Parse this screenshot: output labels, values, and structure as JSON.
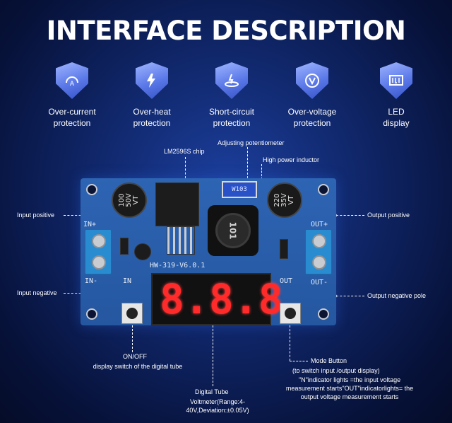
{
  "title": "INTERFACE DESCRIPTION",
  "features": [
    {
      "icon": "overcurrent-icon",
      "line1": "Over-current",
      "line2": "protection"
    },
    {
      "icon": "overheat-icon",
      "line1": "Over-heat",
      "line2": "protection"
    },
    {
      "icon": "short-circuit-icon",
      "line1": "Short-circuit",
      "line2": "protection"
    },
    {
      "icon": "overvoltage-icon",
      "line1": "Over-voltage",
      "line2": "protection"
    },
    {
      "icon": "led-display-icon",
      "line1": "LED",
      "line2": "display"
    }
  ],
  "labels": {
    "chip": "LM2596S chip",
    "potentiometer": "Adjusting potentiometer",
    "inductor": "High power inductor",
    "input_positive": "Input positive",
    "input_negative": "Input negative",
    "output_positive": "Output positive",
    "output_negative": "Output negative pole",
    "onoff_title": "ON/OFF",
    "onoff_desc": "display switch of the digital tube",
    "digital_tube_title": "Digital Tube",
    "digital_tube_desc": "Voltmeter(Range:4-40V,Deviation:±0.05V)",
    "mode_title": "Mode Button",
    "mode_desc1": "(to switch input /output display)",
    "mode_desc2": "\"N\"indicator lights =the input voltage measurement starts\"OUT\"indicatorlights= the output voltage measurement starts"
  },
  "board": {
    "model": "HW-319-V6.0.1",
    "in_plus": "IN+",
    "in_minus": "IN-",
    "out_plus": "OUT+",
    "out_minus": "OUT-",
    "in_led": "IN",
    "out_led": "OUT",
    "cap_left": "100\n50V\nVT",
    "cap_right": "220\n35V\nVT",
    "pot_code": "W103",
    "inductor_code": "101",
    "display": [
      "8.",
      "8.",
      "8."
    ]
  }
}
